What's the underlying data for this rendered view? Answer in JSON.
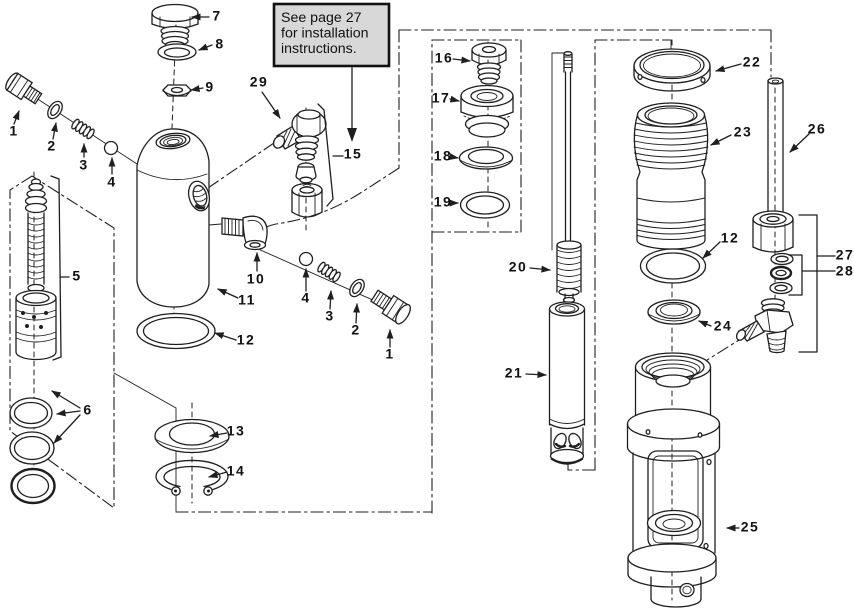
{
  "callout": {
    "lines": [
      "See page 27",
      "for installation",
      "instructions."
    ]
  },
  "part_numbers": {
    "n1": "1",
    "n2": "2",
    "n3": "3",
    "n4": "4",
    "n5": "5",
    "n6": "6",
    "n7": "7",
    "n8": "8",
    "n9": "9",
    "n10": "10",
    "n11": "11",
    "n12": "12",
    "n13": "13",
    "n14": "14",
    "n15": "15",
    "n16": "16",
    "n17": "17",
    "n18": "18",
    "n19": "19",
    "n20": "20",
    "n21": "21",
    "n22": "22",
    "n23": "23",
    "n24": "24",
    "n25": "25",
    "n26": "26",
    "n27": "27",
    "n28": "28",
    "n29": "29"
  },
  "colors": {
    "line": "#1f1f1f",
    "callout_fill": "#d8d8d8",
    "background": "#ffffff"
  }
}
